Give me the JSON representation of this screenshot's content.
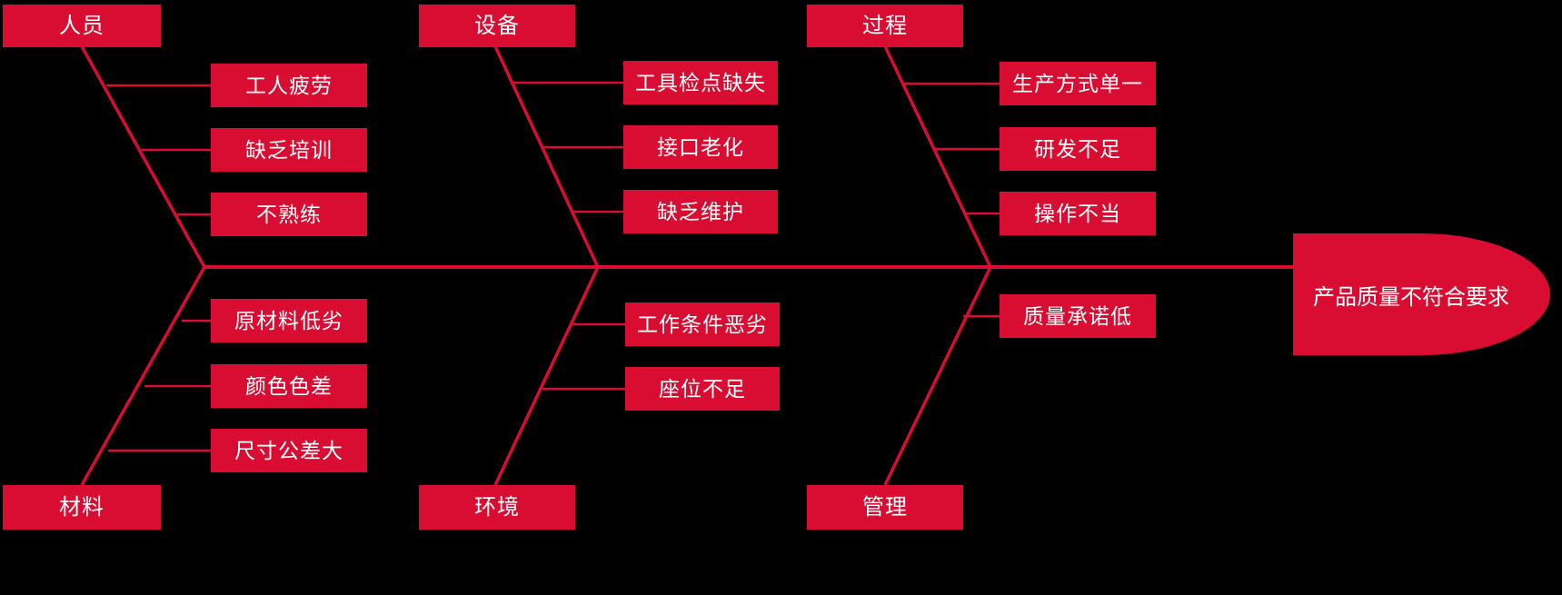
{
  "diagram": {
    "type": "fishbone-ishikawa",
    "title": "产品质量不符合要求",
    "effect": {
      "label": "产品质量不符合要求"
    },
    "colors": {
      "background": "#000000",
      "accent": "#D90D32",
      "text": "#FFFFFF",
      "line": "#D90D32"
    },
    "categories": [
      {
        "id": "people",
        "label": "人员",
        "position": "top",
        "causes": [
          "工人疲劳",
          "缺乏培训",
          "不熟练"
        ]
      },
      {
        "id": "equipment",
        "label": "设备",
        "position": "top",
        "causes": [
          "工具检点缺失",
          "接口老化",
          "缺乏维护"
        ]
      },
      {
        "id": "process",
        "label": "过程",
        "position": "top",
        "causes": [
          "生产方式单一",
          "研发不足",
          "操作不当"
        ]
      },
      {
        "id": "material",
        "label": "材料",
        "position": "bottom",
        "causes": [
          "原材料低劣",
          "颜色色差",
          "尺寸公差大"
        ]
      },
      {
        "id": "environment",
        "label": "环境",
        "position": "bottom",
        "causes": [
          "工作条件恶劣",
          "座位不足"
        ]
      },
      {
        "id": "management",
        "label": "管理",
        "position": "bottom",
        "causes": [
          "质量承诺低"
        ]
      }
    ]
  }
}
